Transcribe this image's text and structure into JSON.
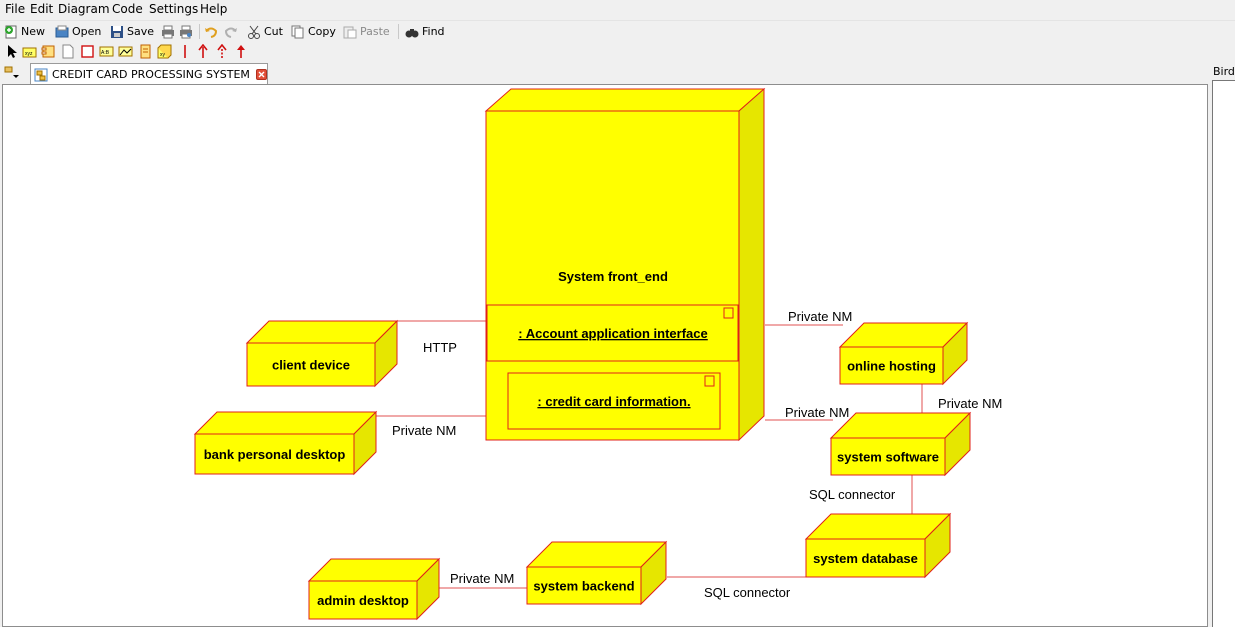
{
  "menubar": {
    "items": [
      "File",
      "Edit",
      "Diagram",
      "Code",
      "Settings",
      "Help"
    ]
  },
  "toolbar": {
    "new_label": "New",
    "open_label": "Open",
    "save_label": "Save",
    "cut_label": "Cut",
    "copy_label": "Copy",
    "paste_label": "Paste",
    "find_label": "Find"
  },
  "tab": {
    "title": "CREDIT CARD PROCESSING SYSTEM"
  },
  "birdview": {
    "title": "Bird'"
  },
  "colors": {
    "node_fill": "#ffff00",
    "node_side": "#e6e600",
    "node_border": "#e0201a",
    "link": "#e05050"
  },
  "diagram": {
    "nodes": {
      "front_end": "System front_end",
      "client_device": "client device",
      "bank_desktop": "bank personal desktop",
      "online_hosting": "online hosting",
      "system_software": "system software",
      "system_database": "system database",
      "system_backend": "system backend",
      "admin_desktop": "admin desktop"
    },
    "components": {
      "account_interface": ": Account application interface",
      "credit_card_info": ": credit card information."
    },
    "links": {
      "http": "HTTP",
      "private_bank": "Private NM",
      "private_hosting": "Private NM",
      "private_hosting_software": "Private NM",
      "private_software": "Private NM",
      "sql_software_db": "SQL connector",
      "sql_backend_db": "SQL connector",
      "private_admin": "Private NM"
    }
  }
}
